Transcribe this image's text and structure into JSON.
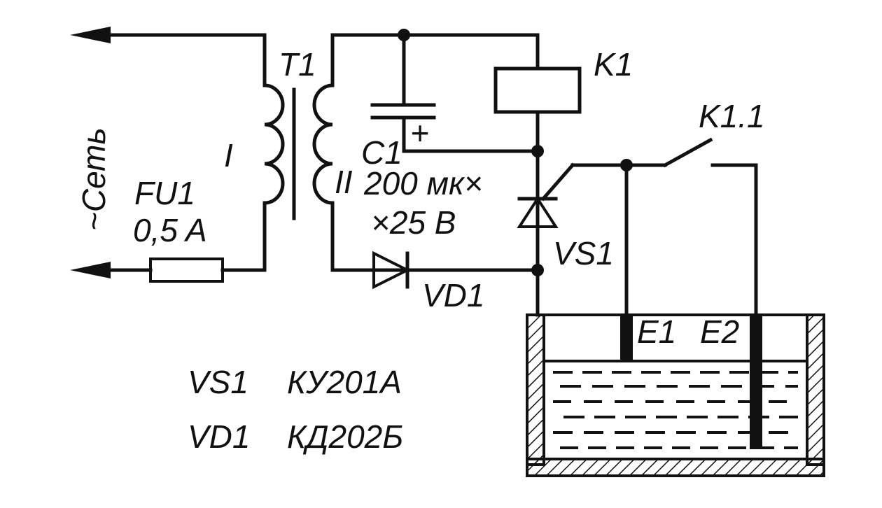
{
  "mains_label": "~Сеть",
  "transformer": {
    "name": "T1",
    "primary": "I",
    "secondary": "II"
  },
  "fuse": {
    "name": "FU1",
    "rating": "0,5 A"
  },
  "capacitor": {
    "name": "C1",
    "value_line1": "200 мк×",
    "value_line2": "×25 B",
    "polarity": "+"
  },
  "relay": {
    "coil": "K1",
    "contact": "K1.1"
  },
  "thyristor": {
    "name": "VS1"
  },
  "diode": {
    "name": "VD1"
  },
  "electrodes": {
    "e1": "E1",
    "e2": "E2"
  },
  "parts_list": [
    {
      "ref": "VS1",
      "type": "КУ201А"
    },
    {
      "ref": "VD1",
      "type": "КД202Б"
    }
  ]
}
